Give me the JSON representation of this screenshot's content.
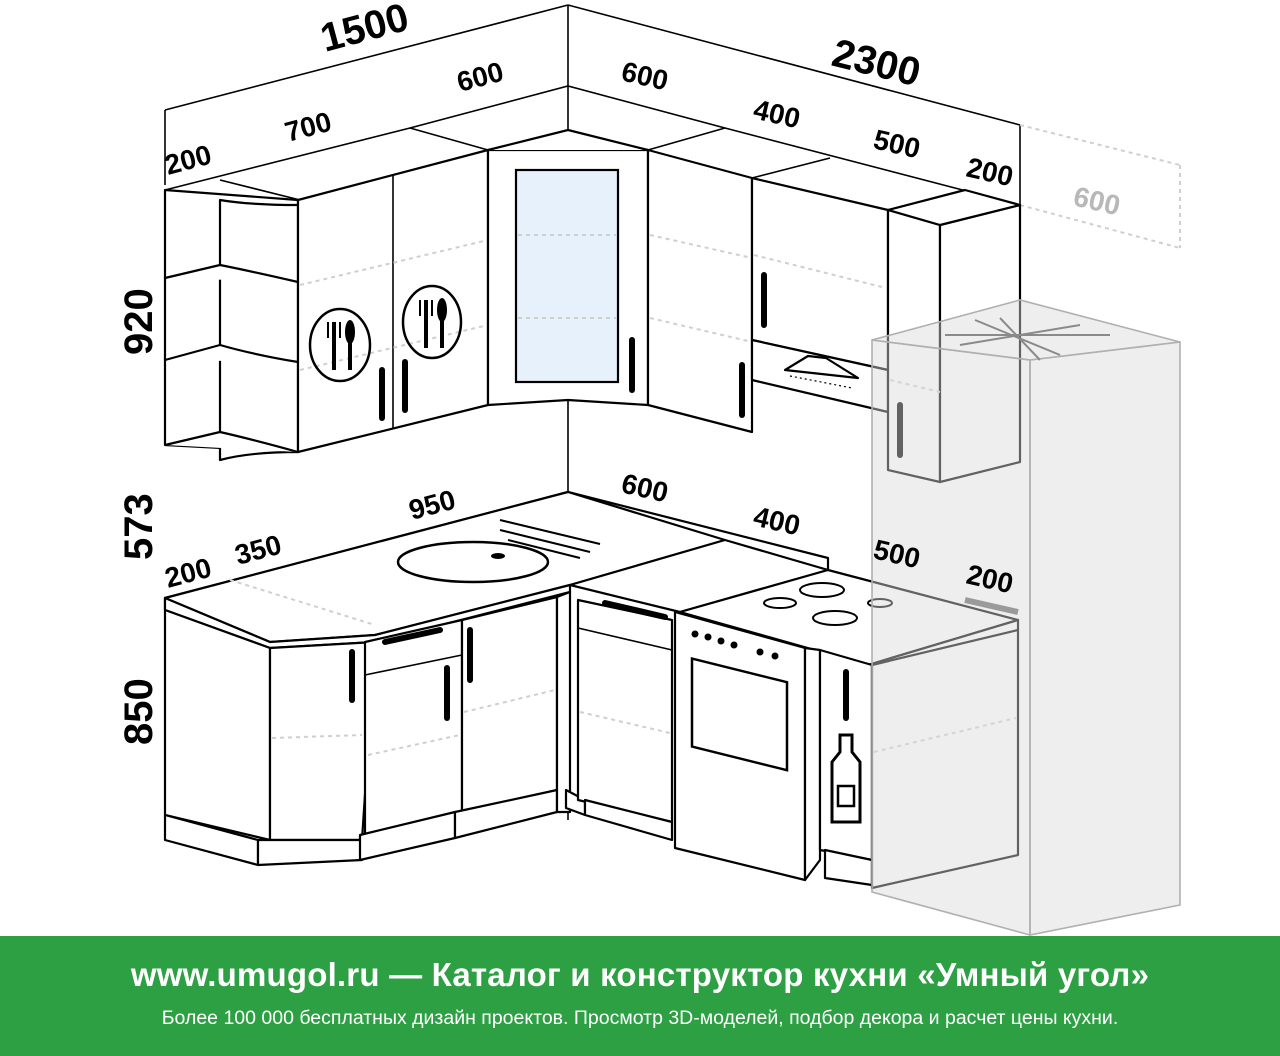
{
  "dimensions": {
    "total_left_wall": "1500",
    "total_right_wall": "2300",
    "upper_left_200": "200",
    "upper_left_700": "700",
    "upper_left_600": "600",
    "upper_right_600": "600",
    "upper_right_400": "400",
    "upper_right_500": "500",
    "upper_right_200": "200",
    "fridge_width": "600",
    "height_upper": "920",
    "height_gap": "573",
    "height_base": "850",
    "base_left_200": "200",
    "base_left_350": "350",
    "base_left_950": "950",
    "base_right_600": "600",
    "base_right_400": "400",
    "base_right_500": "500",
    "base_right_200": "200"
  },
  "footer": {
    "headline": "www.umugol.ru — Каталог и конструктор кухни «Умный угол»",
    "subline": "Более 100 000 бесплатных дизайн проектов. Просмотр 3D-моделей, подбор декора и расчет цены кухни."
  },
  "colors": {
    "footer_bg": "#2da043",
    "glass": "#e6f1fb"
  }
}
